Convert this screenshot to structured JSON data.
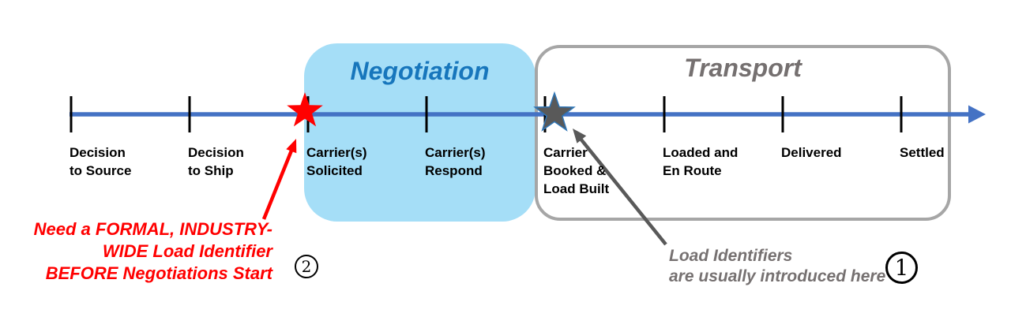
{
  "diagram_title": "Load lifecycle timeline with Negotiation and Transport phases",
  "phases": [
    {
      "name": "Negotiation"
    },
    {
      "name": "Transport"
    }
  ],
  "milestones": [
    {
      "lines": [
        "Decision",
        "to Source"
      ]
    },
    {
      "lines": [
        "Decision",
        "to Ship"
      ]
    },
    {
      "lines": [
        "Carrier(s)",
        "Solicited"
      ]
    },
    {
      "lines": [
        "Carrier(s)",
        "Respond"
      ]
    },
    {
      "lines": [
        "Carrier",
        "Booked &",
        "Load Built"
      ]
    },
    {
      "lines": [
        "Loaded and",
        "En Route"
      ]
    },
    {
      "lines": [
        "Delivered"
      ]
    },
    {
      "lines": [
        "Settled"
      ]
    }
  ],
  "annotations": {
    "need_formal": {
      "lines": [
        "Need a FORMAL, INDUSTRY-",
        "WIDE Load Identifier",
        "BEFORE Negotiations Start"
      ],
      "badge": "2"
    },
    "load_identifiers": {
      "lines": [
        "Load Identifiers",
        "are usually introduced here"
      ],
      "badge": "1"
    }
  },
  "colors": {
    "timeline_blue": "#4472C4",
    "negotiation_fill": "#A5DEF7",
    "negotiation_text": "#1776BC",
    "transport_border": "#A6A6A6",
    "transport_text": "#757070",
    "annotation_red": "#FF0000",
    "annotation_gray": "#595959",
    "gray_note_text": "#767171",
    "gray_star_fill": "#595959",
    "gray_star_outline": "#2E75B6",
    "tick_black": "#000000"
  }
}
